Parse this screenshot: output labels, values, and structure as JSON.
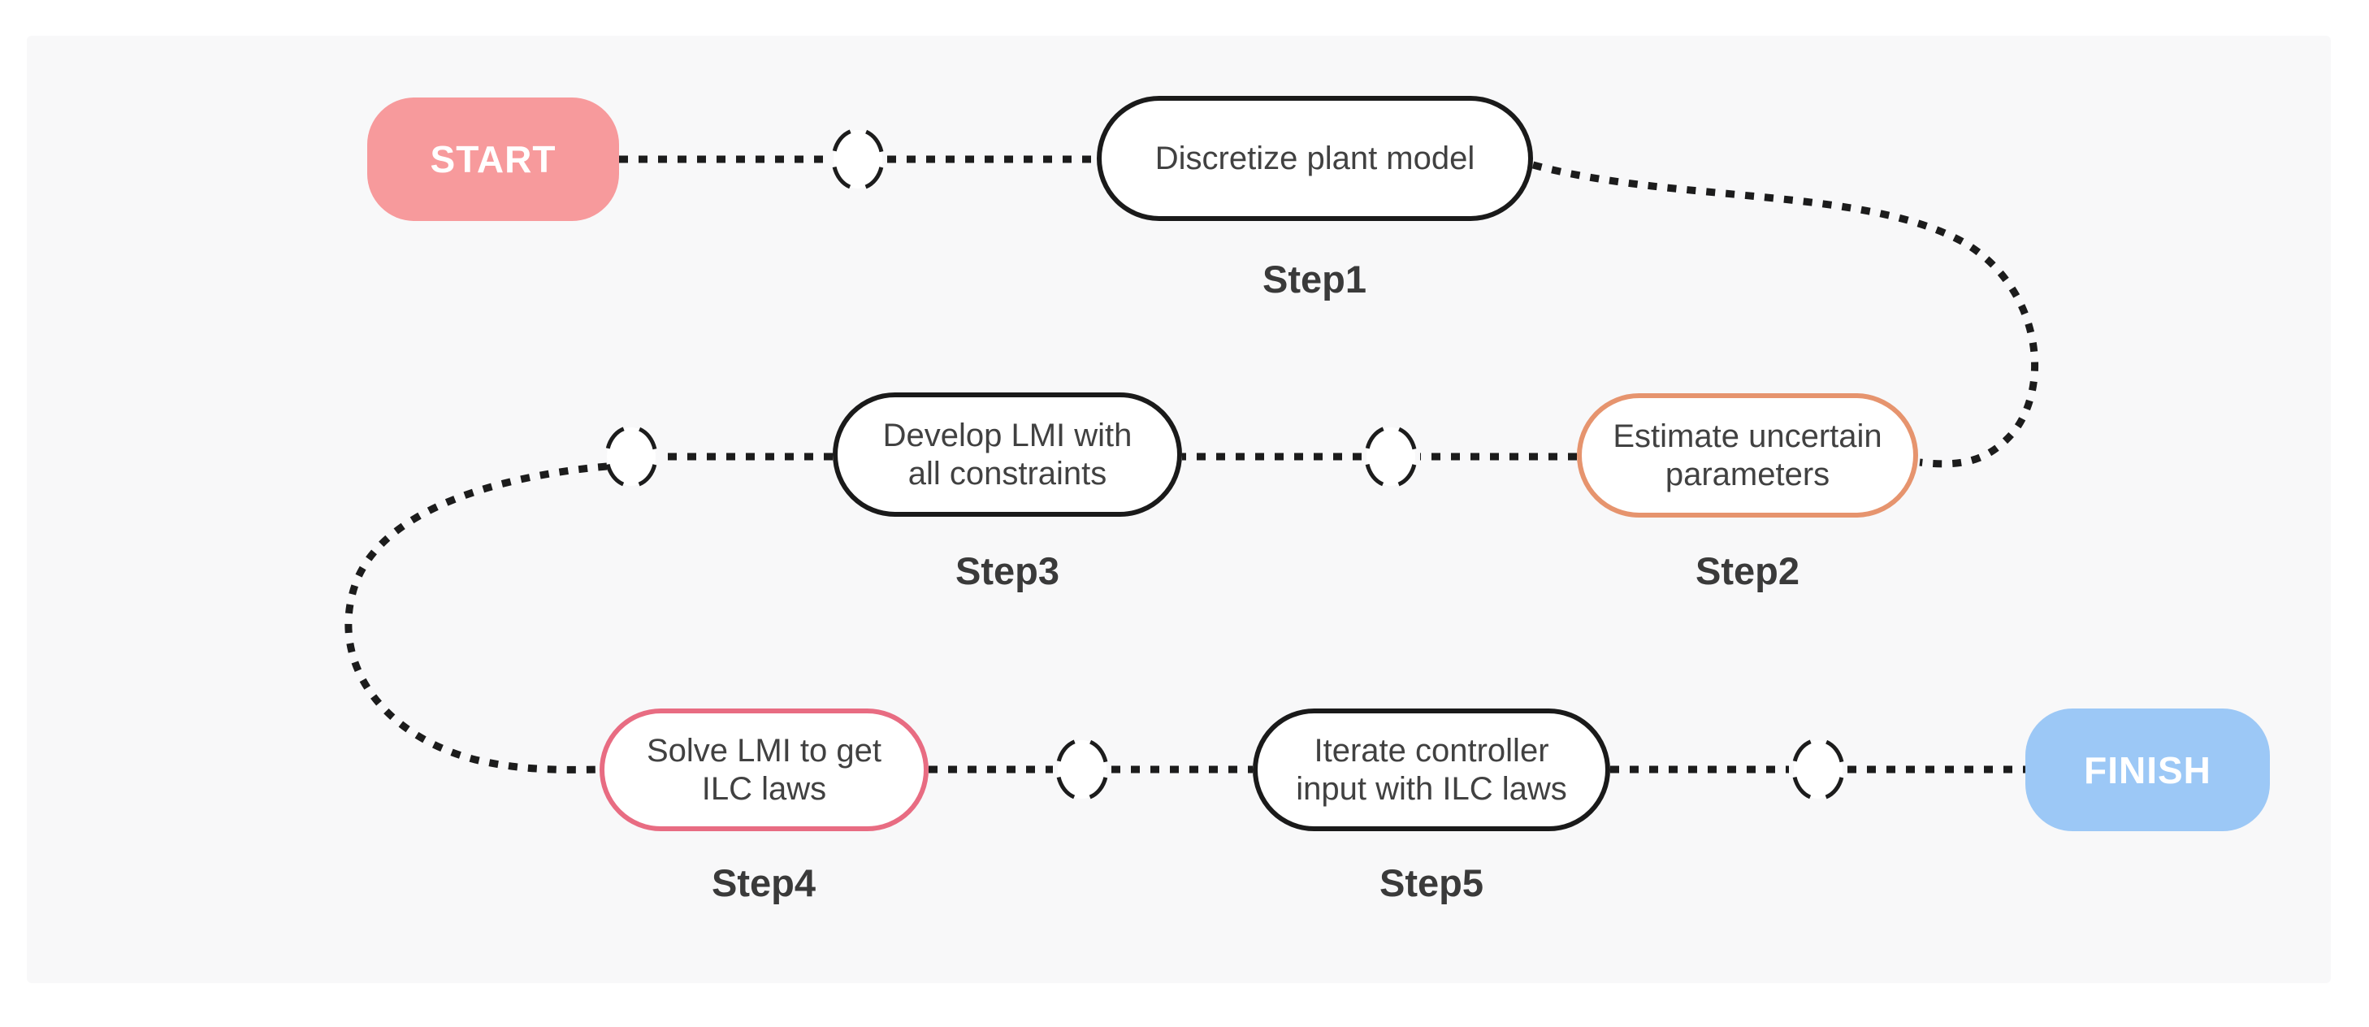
{
  "diagram": {
    "description_type": "flowchart",
    "nodes": {
      "start": {
        "label": "START"
      },
      "step1": {
        "line1": "Discretize plant model",
        "line2": "",
        "label": "Step1"
      },
      "step2": {
        "line1": "Estimate uncertain",
        "line2": "parameters",
        "label": "Step2"
      },
      "step3": {
        "line1": "Develop LMI with",
        "line2": "all constraints",
        "label": "Step3"
      },
      "step4": {
        "line1": "Solve LMI to get",
        "line2": "ILC laws",
        "label": "Step4"
      },
      "step5": {
        "line1": "Iterate controller",
        "line2": "input with ILC laws",
        "label": "Step5"
      },
      "finish": {
        "label": "FINISH"
      }
    },
    "flow_order": [
      "START",
      "Step1",
      "Step2",
      "Step3",
      "Step4",
      "Step5",
      "FINISH"
    ]
  },
  "colors": {
    "panel_bg": "#f8f8f9",
    "connector": "#1c1c1c",
    "circle_fill": "#ffffff",
    "node_fill": "#ffffff",
    "node_border_dark": "#1a1a1a",
    "step2_border": "#e6946e",
    "step4_border": "#e86c82",
    "start_fill": "#f79a9c",
    "finish_fill": "#9cc8f6",
    "node_text": "#414141",
    "label_text": "#3a3a3a",
    "terminal_text": "#ffffff"
  }
}
